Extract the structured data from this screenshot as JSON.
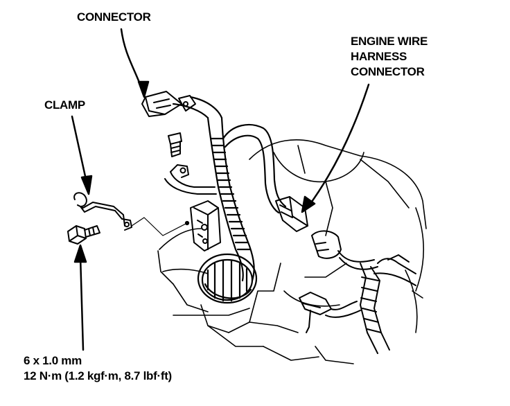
{
  "labels": {
    "connector": "CONNECTOR",
    "engine_wire_harness": [
      "ENGINE WIRE",
      "HARNESS",
      "CONNECTOR"
    ],
    "clamp": "CLAMP",
    "bolt_spec": [
      "6 x 1.0 mm",
      "12 N·m (1.2 kgf·m, 8.7 lbf·ft)"
    ]
  },
  "colors": {
    "line": "#000000",
    "background": "#ffffff"
  }
}
